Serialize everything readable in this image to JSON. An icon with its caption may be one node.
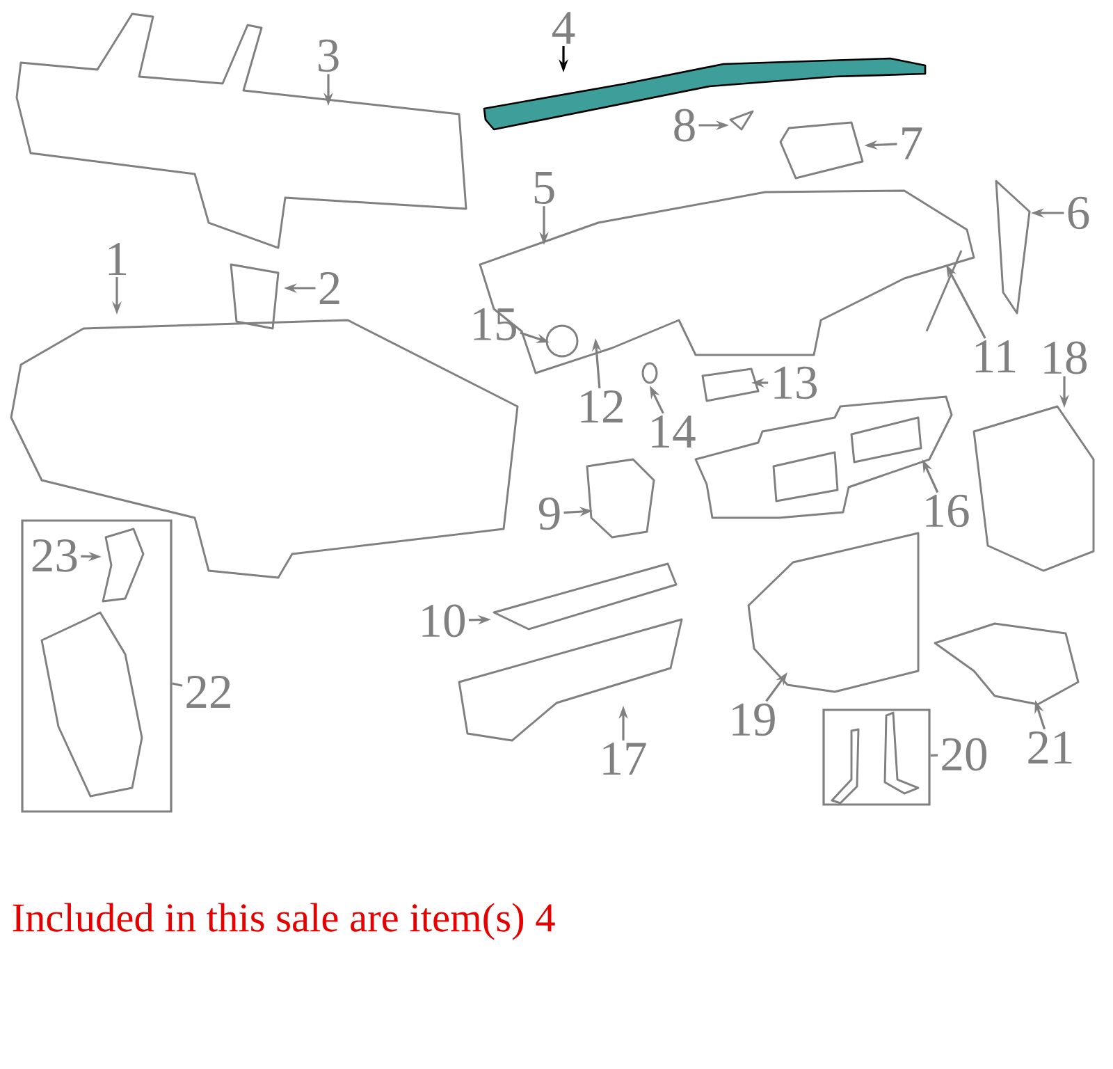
{
  "diagram": {
    "caption": "Included in this sale are item(s) 4",
    "nodes": [
      {
        "text": [
          "1"
        ]
      },
      {
        "text": [
          "2"
        ]
      },
      {
        "text": [
          "3"
        ]
      },
      {
        "text": [
          "4"
        ]
      },
      {
        "text": [
          "5"
        ]
      },
      {
        "text": [
          "6"
        ]
      },
      {
        "text": [
          "7"
        ]
      },
      {
        "text": [
          "8"
        ]
      },
      {
        "text": [
          "9"
        ]
      },
      {
        "text": [
          "10"
        ]
      },
      {
        "text": [
          "11"
        ]
      },
      {
        "text": [
          "12"
        ]
      },
      {
        "text": [
          "13"
        ]
      },
      {
        "text": [
          "14"
        ]
      },
      {
        "text": [
          "15"
        ]
      },
      {
        "text": [
          "16"
        ]
      },
      {
        "text": [
          "17"
        ]
      },
      {
        "text": [
          "18"
        ]
      },
      {
        "text": [
          "19"
        ]
      },
      {
        "text": [
          "20"
        ]
      },
      {
        "text": [
          "21"
        ]
      },
      {
        "text": [
          "22"
        ]
      },
      {
        "text": [],
        "shape": "box"
      },
      {
        "text": [
          "23"
        ],
        "in": 22
      },
      {
        "text": [],
        "shape": "box"
      },
      {
        "text": [],
        "shape": "picture"
      }
    ],
    "edges": [
      {
        "from": 0,
        "to": null,
        "arrow": "to"
      },
      {
        "from": 1,
        "to": null,
        "arrow": "to"
      },
      {
        "from": 2,
        "to": null,
        "arrow": "to"
      },
      {
        "from": 3,
        "to": null,
        "arrow": "to",
        "color": "#000000"
      },
      {
        "from": 4,
        "to": null,
        "arrow": "to"
      },
      {
        "from": 5,
        "to": null,
        "arrow": "to"
      },
      {
        "from": 6,
        "to": 25,
        "arrow": "to"
      },
      {
        "from": 7,
        "to": null,
        "arrow": "to"
      },
      {
        "from": 8,
        "to": null,
        "arrow": "to"
      },
      {
        "from": 9,
        "to": null,
        "arrow": "to"
      },
      {
        "from": 10,
        "to": null,
        "arrow": "to"
      },
      {
        "from": 11,
        "to": null,
        "arrow": "to"
      },
      {
        "from": 12,
        "to": null,
        "arrow": "to"
      },
      {
        "from": 13,
        "to": null,
        "arrow": "to"
      },
      {
        "from": 14,
        "to": null,
        "arrow": "to"
      },
      {
        "from": 15,
        "to": null,
        "arrow": "to"
      },
      {
        "from": 16,
        "to": null,
        "arrow": "to"
      },
      {
        "from": 17,
        "to": null,
        "arrow": "to"
      },
      {
        "from": 18,
        "to": null,
        "arrow": "to"
      },
      {
        "from": 19,
        "to": 24,
        "arrow": "none"
      },
      {
        "from": 20,
        "to": null,
        "arrow": "to"
      },
      {
        "from": 21,
        "to": 22,
        "arrow": "none"
      },
      {
        "from": 23,
        "to": null,
        "arrow": "to"
      }
    ]
  }
}
